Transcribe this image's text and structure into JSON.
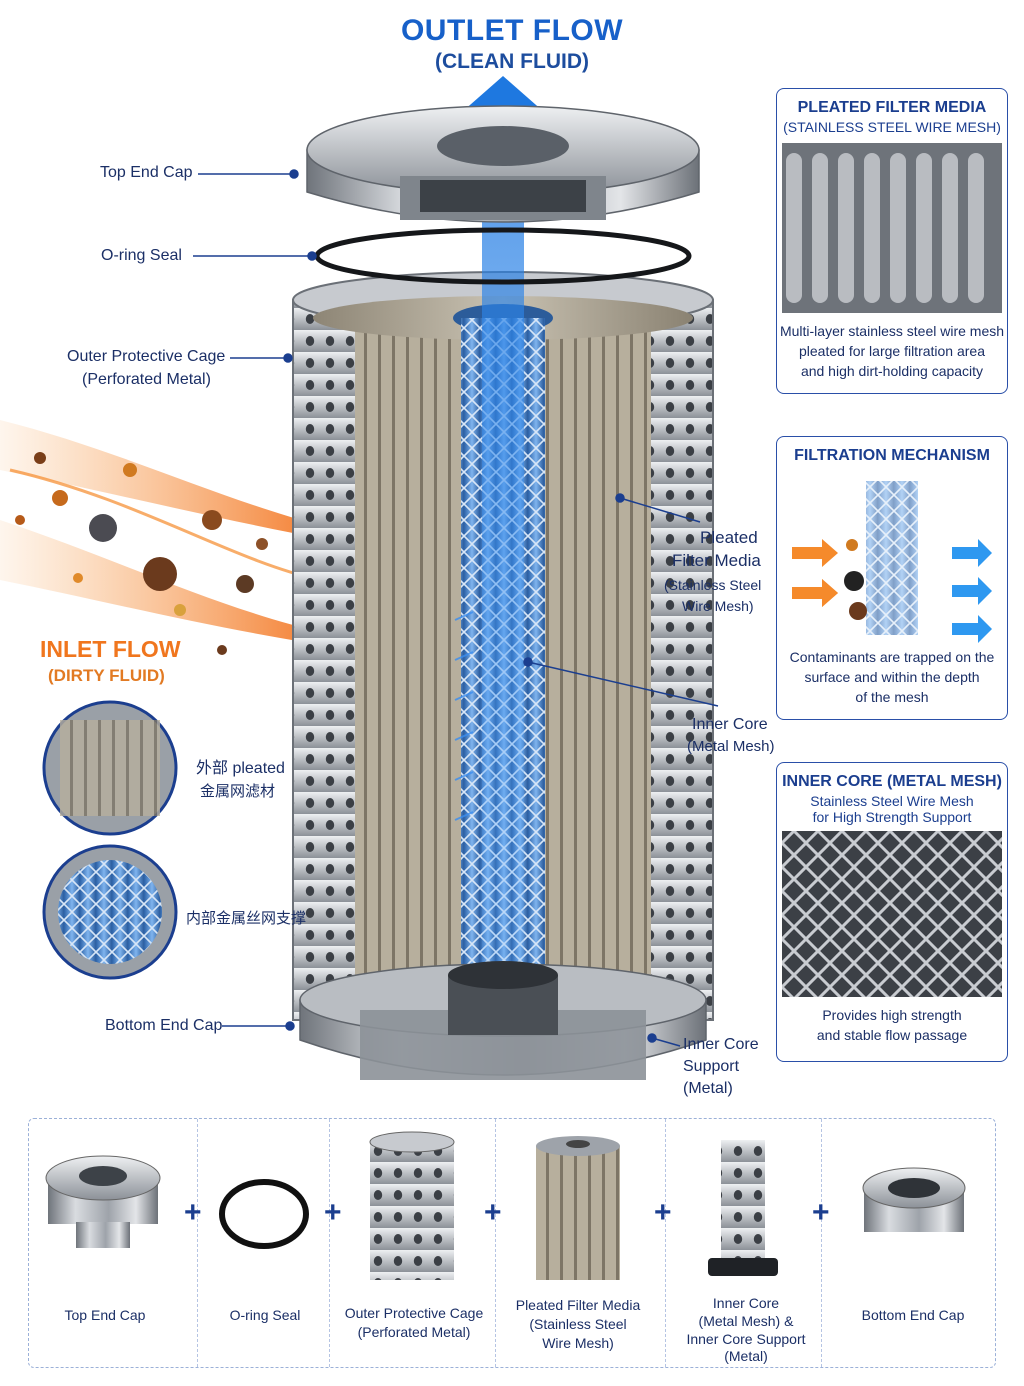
{
  "outlet": {
    "title": "OUTLET FLOW",
    "subtitle": "(CLEAN FLUID)"
  },
  "inlet": {
    "title": "INLET FLOW",
    "subtitle": "(DIRTY FLUID)"
  },
  "labels": {
    "top_end_cap": "Top End Cap",
    "o_ring": "O-ring Seal",
    "outer_cage_1": "Outer Protective Cage",
    "outer_cage_2": "(Perforated Metal)",
    "pleated_1": "Pleated",
    "pleated_2": "Filter Media",
    "pleated_3": "(Stainless Steel",
    "pleated_4": "Wire Mesh)",
    "inner_core_1": "Inner Core",
    "inner_core_2": "(Metal Mesh)",
    "bottom_end_cap": "Bottom End Cap",
    "inner_support_1": "Inner Core",
    "inner_support_2": "Support",
    "inner_support_3": "(Metal)"
  },
  "thumbs": {
    "outer_1": "外部 pleated",
    "outer_2": "金属网滤材",
    "inner_1": "内部金属丝网支撑"
  },
  "panels": {
    "pleated": {
      "title": "PLEATED FILTER MEDIA",
      "subtitle": "(STAINLESS STEEL WIRE MESH)",
      "desc_1": "Multi-layer stainless steel wire mesh",
      "desc_2": "pleated for large filtration area",
      "desc_3": "and high dirt-holding capacity"
    },
    "mechanism": {
      "title": "FILTRATION MECHANISM",
      "desc_1": "Contaminants are trapped on the",
      "desc_2": "surface and within the depth",
      "desc_3": "of the mesh"
    },
    "core": {
      "title": "INNER CORE (METAL MESH)",
      "subtitle_1": "Stainless Steel Wire Mesh",
      "subtitle_2": "for High Strength Support",
      "desc_1": "Provides high strength",
      "desc_2": "and stable flow passage"
    }
  },
  "parts": {
    "p1": "Top End Cap",
    "p2": "O-ring Seal",
    "p3_1": "Outer Protective Cage",
    "p3_2": "(Perforated Metal)",
    "p4_1": "Pleated Filter Media",
    "p4_2": "(Stainless Steel",
    "p4_3": "Wire Mesh)",
    "p5_1": "Inner Core",
    "p5_2": "(Metal Mesh) &",
    "p5_3": "Inner Core Support",
    "p5_4": "(Metal)",
    "p6": "Bottom End Cap",
    "plus": "+"
  },
  "colors": {
    "navy": "#1b3e8f",
    "flow_blue": "#1e78e0",
    "inlet_orange": "#f0761e",
    "steel": "#a9adb3"
  }
}
